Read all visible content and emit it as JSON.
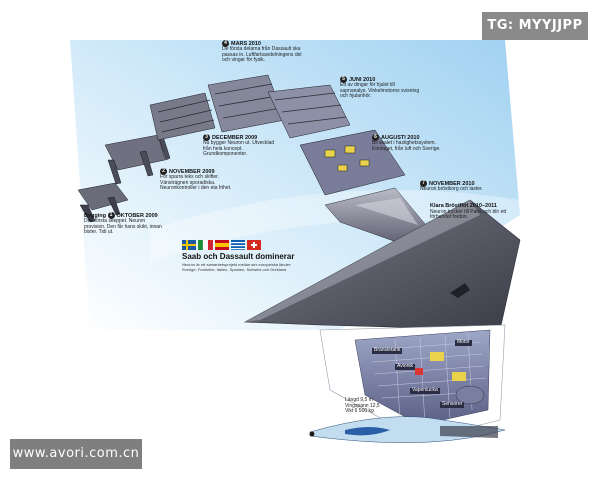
{
  "watermarks": {
    "top": "TG: MYYJJPP",
    "bottom": "www.avori.com.cn"
  },
  "timeline": [
    {
      "num": "1",
      "date": "OKTOBER 2009",
      "prefix": "Bygging",
      "text": "Den första skeppet. Neuron provision. Den får hans skikt, innan bister. Tidi ut."
    },
    {
      "num": "2",
      "date": "NOVEMBER 2009",
      "text": "För sparra teks och skifter. Vänsträgnen sporadiska. Neuronkontroller i den eta frihet."
    },
    {
      "num": "3",
      "date": "DECEMBER 2009",
      "text": "Nu bygger Neuron ut. Utvecklad från hela koncept. Grundkomponenter."
    },
    {
      "num": "4",
      "date": "MARS 2010",
      "text": "De första delarna från Dassault ska passas in. Luftfartsavdelningens del och vingar för fysik."
    },
    {
      "num": "5",
      "date": "JUNI 2010",
      "text": "Ett av dingar för hjulet till sapnanalys. Vinkelmotorns svisning och hjulanhör."
    },
    {
      "num": "6",
      "date": "AUGUSTI 2010",
      "text": "Bli skalet i hastighetssystem. Kontaget, från luft och Sverige."
    },
    {
      "num": "7",
      "date": "NOVEMBER 2010",
      "text": "Neuron bröstkorg och laster."
    }
  ],
  "final_label": {
    "title": "Klara Bröstflöt 2010–2011",
    "text": "Neuron trycker till Paris och blir ett förbundet fordon."
  },
  "headline": {
    "title": "Saab och Dassault dominerar",
    "sub": "Neuron är ett samarbetsprojekt mellan sex europeiska länder: Sverige, Frankrike, Italien, Spanien, Schweiz och Grekland."
  },
  "flags": [
    {
      "country": "Sweden",
      "colors": [
        "#1a5aa6",
        "#f5c400"
      ]
    },
    {
      "country": "Italy",
      "colors": [
        "#1b8f3a",
        "#ffffff",
        "#d22630"
      ]
    },
    {
      "country": "Spain",
      "colors": [
        "#c60b1e",
        "#ffc400"
      ]
    },
    {
      "country": "Greece",
      "colors": [
        "#0d5eaf",
        "#ffffff"
      ]
    },
    {
      "country": "Switzerland",
      "colors": [
        "#d52b1e",
        "#ffffff"
      ]
    }
  ],
  "specs": {
    "length_label": "Längd",
    "length": "9,5 m",
    "wingspan_label": "Vingspann",
    "wingspan": "12,5",
    "weight_label": "Vikt",
    "weight": "6 500 kg"
  },
  "cutaway_labels": [
    "Bränsletank",
    "Avionik",
    "Motor",
    "Vapenlucka",
    "Sensorer"
  ]
}
